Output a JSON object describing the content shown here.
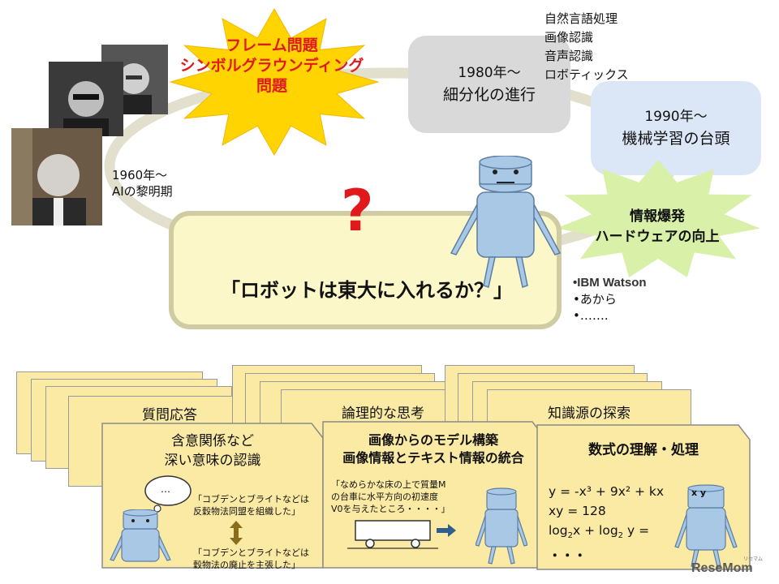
{
  "history": {
    "burst_frame_problem": [
      "フレーム問題",
      "シンボルグラウンディング",
      "問題"
    ],
    "era_1960": [
      "1960年〜",
      "AIの黎明期"
    ],
    "era_1980": [
      "1980年〜",
      "細分化の進行"
    ],
    "era_1980_topics": [
      "自然言語処理",
      "画像認識",
      "音声認識",
      "ロボティックス"
    ],
    "era_1990": [
      "1990年〜",
      "機械学習の台頭"
    ],
    "burst_info": [
      "情報爆発",
      "ハードウェアの向上"
    ],
    "info_bullets": [
      "•IBM Watson",
      "•あから",
      "•……."
    ]
  },
  "project": {
    "question_mark": "?",
    "title": "「ロボットは東大に入れるか？」"
  },
  "cards": {
    "qa": {
      "back_title": "質問応答",
      "front_title": [
        "含意関係など",
        "深い意味の認識"
      ],
      "thought": "…",
      "quote1": [
        "「コブデンとブライトなどは",
        "反穀物法同盟を組織した」"
      ],
      "quote2": [
        "「コブデンとブライトなどは",
        "穀物法の廃止を主張した」"
      ]
    },
    "logic": {
      "back_title": "論理的な思考",
      "front_title": [
        "画像からのモデル構築",
        "画像情報とテキスト情報の統合"
      ],
      "problem": [
        "「なめらかな床の上で質量M",
        "の台車に水平方向の初速度",
        "V0を与えたところ・・・・」"
      ]
    },
    "knowledge": {
      "back_title": "知識源の探索",
      "front_title": "数式の理解・処理",
      "eq1": "y = -x³ + 9x² + kx",
      "eq2": "xy = 128",
      "eq3_a": "log",
      "eq3_sub1": "2",
      "eq3_b": "x + log",
      "eq3_sub2": "2",
      "eq3_c": "y =",
      "eq4": "・・・",
      "robot_eyes": "x  y"
    }
  },
  "watermark": {
    "logo": "ReseMom",
    "ruby": "リセマム"
  },
  "colors": {
    "yellow_star": "#ffd400",
    "green_star": "#d8f0a8",
    "gray_box": "#d9d9d9",
    "blue_box": "#dbe7f6",
    "yellow_box": "#fbf7c9",
    "card": "#fbeaa4",
    "robot": "#a9c8e6",
    "red": "#e0191c"
  }
}
